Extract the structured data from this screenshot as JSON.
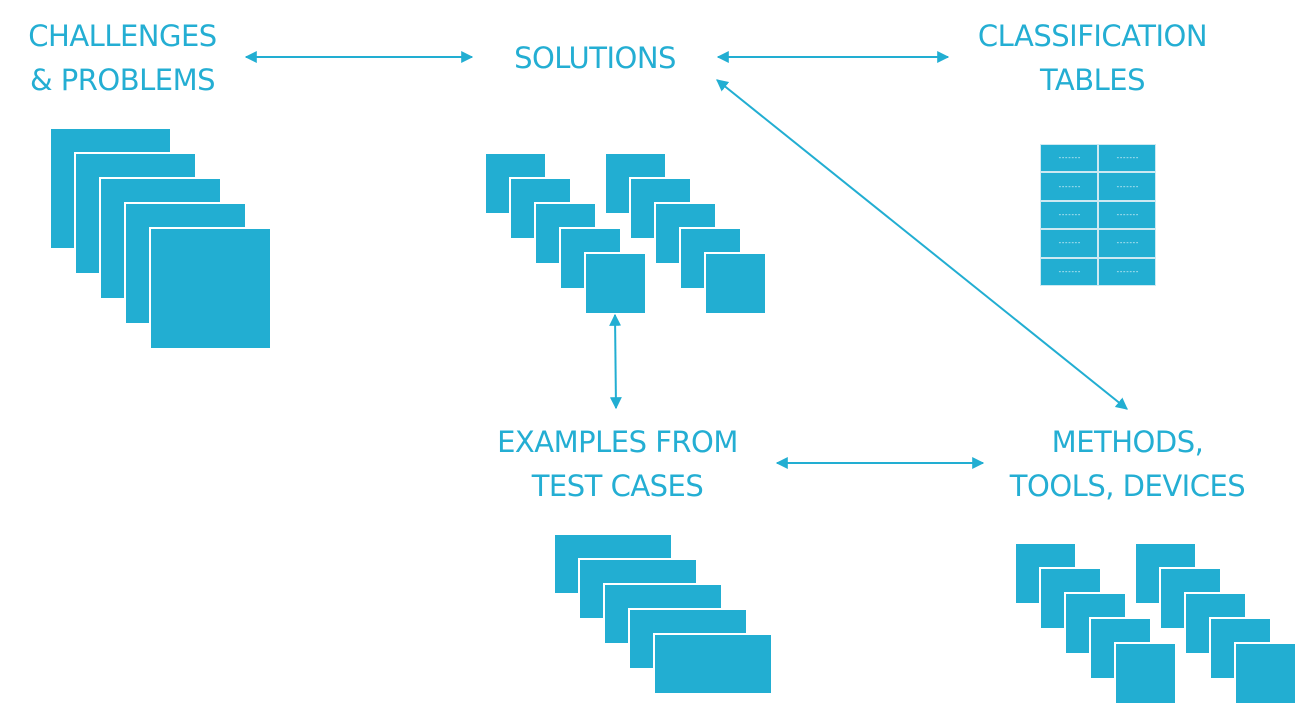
{
  "diagram": {
    "accent_color": "#22aed2",
    "nodes": {
      "challenges": {
        "lines": [
          "CHALLENGES",
          "& PROBLEMS"
        ],
        "icon": "stacked-documents-icon"
      },
      "solutions": {
        "lines": [
          "SOLUTIONS"
        ],
        "icon": "double-stacked-cards-icon"
      },
      "classification": {
        "lines": [
          "CLASSIFICATION",
          "TABLES"
        ],
        "icon": "table-icon"
      },
      "examples": {
        "lines": [
          "EXAMPLES FROM",
          "TEST CASES"
        ],
        "icon": "stacked-documents-icon"
      },
      "methods": {
        "lines": [
          "METHODS,",
          "TOOLS, DEVICES"
        ],
        "icon": "double-stacked-cards-icon"
      }
    },
    "table_cells": [
      "-------",
      "-------",
      "-------",
      "-------",
      "-------",
      "-------",
      "-------",
      "-------",
      "-------",
      "-------"
    ],
    "connections": [
      {
        "from": "challenges",
        "to": "solutions",
        "type": "bidirectional"
      },
      {
        "from": "solutions",
        "to": "classification",
        "type": "bidirectional"
      },
      {
        "from": "solutions",
        "to": "methods",
        "type": "bidirectional"
      },
      {
        "from": "solutions",
        "to": "examples",
        "type": "bidirectional"
      },
      {
        "from": "examples",
        "to": "methods",
        "type": "bidirectional"
      }
    ]
  }
}
